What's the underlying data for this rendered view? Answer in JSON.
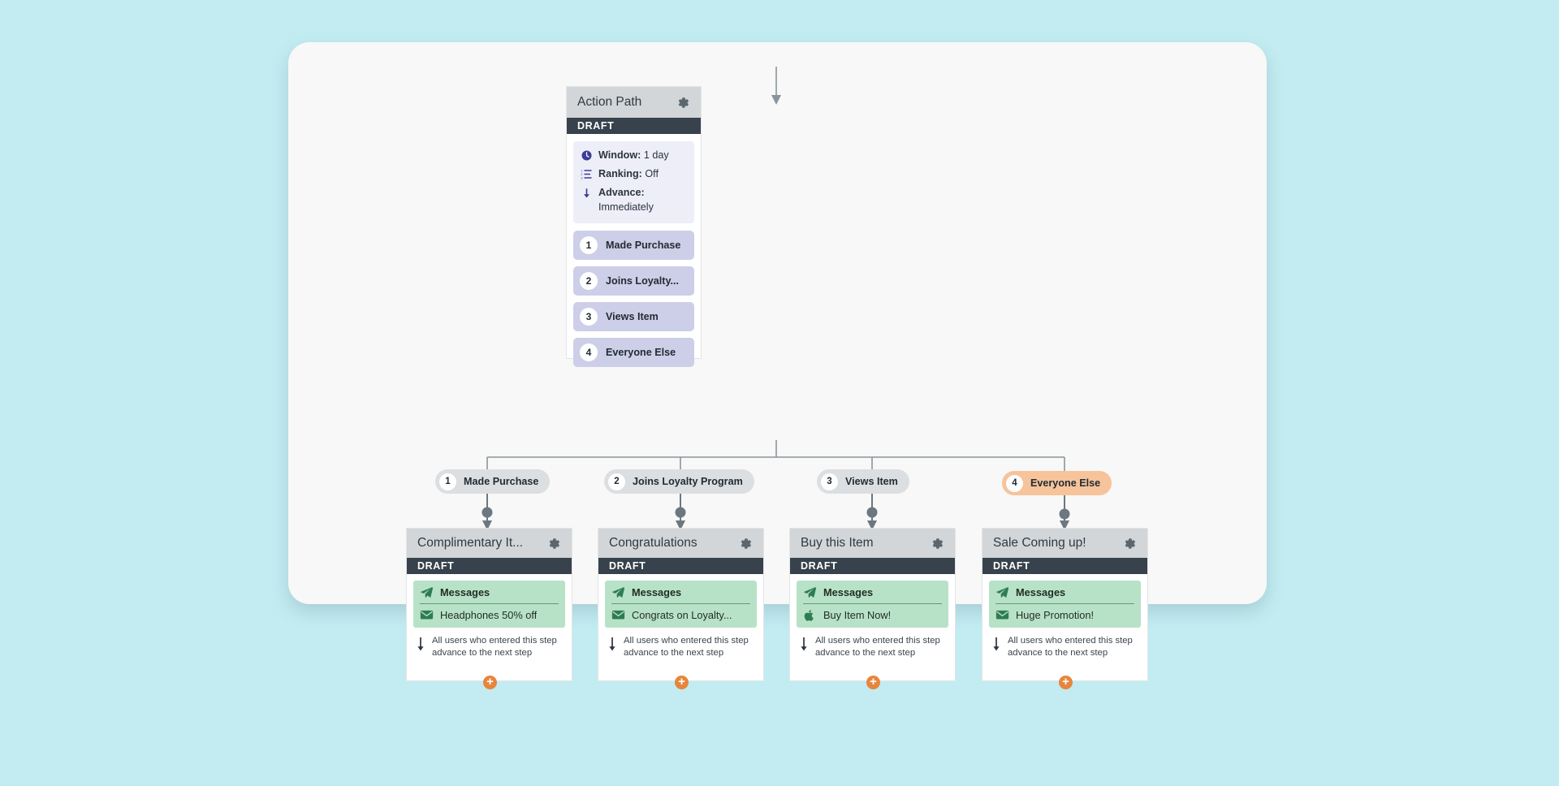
{
  "canvas": {
    "background_color": "#c2ecf2",
    "panel_color": "#f7f8f7"
  },
  "root_card": {
    "title": "Action Path",
    "gear_icon": "gear-icon",
    "status": "DRAFT",
    "settings": [
      {
        "icon": "clock-icon",
        "label": "Window:",
        "value": "1 day"
      },
      {
        "icon": "ranking-list-icon",
        "label": "Ranking:",
        "value": "Off"
      },
      {
        "icon": "down-arrow-icon",
        "label": "Advance:",
        "value": "Immediately"
      }
    ],
    "steps": [
      {
        "num": "1",
        "label": "Made Purchase"
      },
      {
        "num": "2",
        "label": "Joins Loyalty..."
      },
      {
        "num": "3",
        "label": "Views Item"
      },
      {
        "num": "4",
        "label": "Everyone Else"
      }
    ]
  },
  "branches": [
    {
      "num": "1",
      "label": "Made Purchase",
      "accent": false
    },
    {
      "num": "2",
      "label": "Joins Loyalty Program",
      "accent": false
    },
    {
      "num": "3",
      "label": "Views Item",
      "accent": false
    },
    {
      "num": "4",
      "label": "Everyone Else",
      "accent": true
    }
  ],
  "leaf_cards": [
    {
      "title": "Complimentary It...",
      "status": "DRAFT",
      "messages_label": "Messages",
      "message_icon": "envelope-icon",
      "message_label": "Headphones 50% off",
      "advance_text": "All users who entered this step advance to the next step",
      "add_label": "+"
    },
    {
      "title": "Congratulations",
      "status": "DRAFT",
      "messages_label": "Messages",
      "message_icon": "envelope-icon",
      "message_label": "Congrats on Loyalty...",
      "advance_text": "All users who entered this step advance to the next step",
      "add_label": "+"
    },
    {
      "title": "Buy this Item",
      "status": "DRAFT",
      "messages_label": "Messages",
      "message_icon": "apple-push-icon",
      "message_label": "Buy Item Now!",
      "advance_text": "All users who entered this step advance to the next step",
      "add_label": "+"
    },
    {
      "title": "Sale Coming up!",
      "status": "DRAFT",
      "messages_label": "Messages",
      "message_icon": "envelope-icon",
      "message_label": "Huge Promotion!",
      "advance_text": "All users who entered this step advance to the next step",
      "add_label": "+"
    }
  ],
  "colors": {
    "draft_bar": "#37424c",
    "card_header": "#d3d6d8",
    "step_row": "#cdcfe8",
    "accent_pill": "#f6c39b",
    "messages_block": "#b8e2c7",
    "add_button": "#e8853c",
    "settings_box": "#eeeef8",
    "indigo_icon": "#3b3b98"
  }
}
